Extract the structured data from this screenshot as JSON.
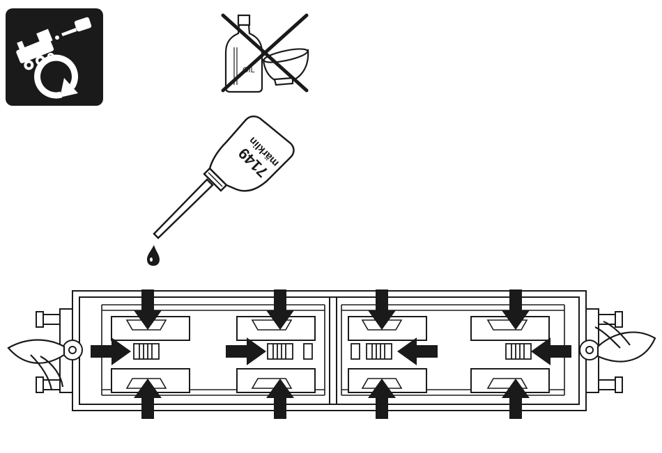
{
  "maintenance_icon": {
    "name": "locomotive-oiling-interval-icon"
  },
  "prohibited": {
    "bottle_label": "OIL",
    "icons": [
      "oil-bottle-icon",
      "bowl-icon",
      "cross-out-icon"
    ]
  },
  "oiler": {
    "brand": "märklin",
    "part_number": "7149",
    "icons": [
      "oiler-bottle-icon",
      "oil-drop-icon"
    ]
  },
  "underside": {
    "view": "undercarriage-top-view",
    "lubrication_points": 12,
    "colors": {
      "ink": "#1a1a1a",
      "paper": "#ffffff"
    }
  }
}
